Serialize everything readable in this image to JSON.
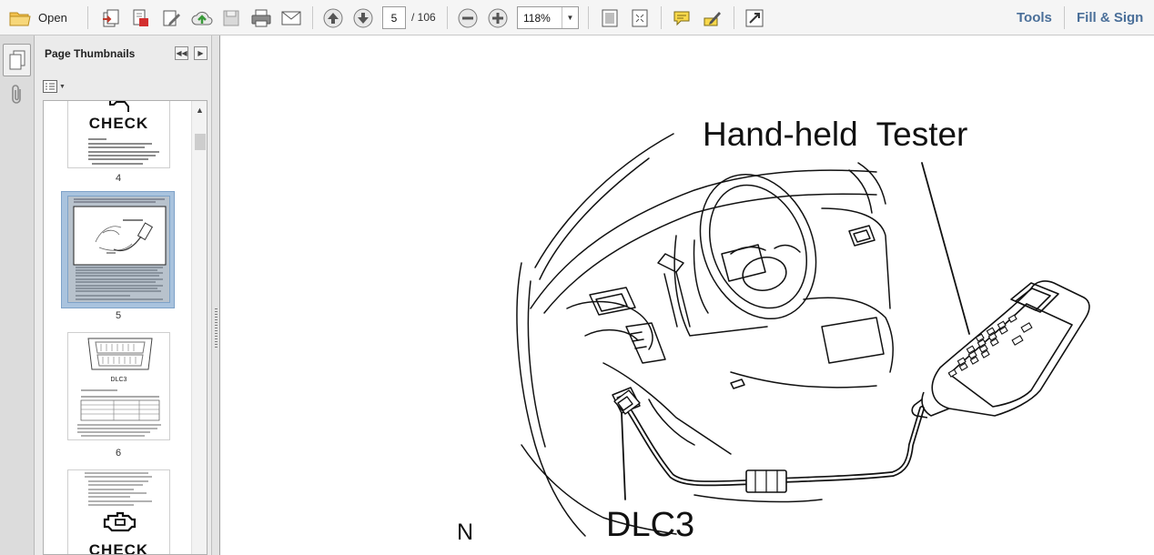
{
  "toolbar": {
    "open_label": "Open",
    "page_current": "5",
    "page_total": "/ 106",
    "zoom_value": "118%",
    "tools_label": "Tools",
    "fill_sign_label": "Fill & Sign"
  },
  "nav": {
    "panel_title": "Page Thumbnails",
    "thumbnails": [
      {
        "page": "4",
        "heading": "CHECK"
      },
      {
        "page": "5",
        "heading": "",
        "selected": true
      },
      {
        "page": "6",
        "heading": "DLC3"
      },
      {
        "page": "",
        "heading": "CHECK"
      }
    ]
  },
  "document": {
    "label_tester": "Hand-held  Tester",
    "label_dlc": "DLC3",
    "label_n": "N"
  },
  "colors": {
    "link_blue": "#4a6f99",
    "selection": "#a9c3de"
  }
}
